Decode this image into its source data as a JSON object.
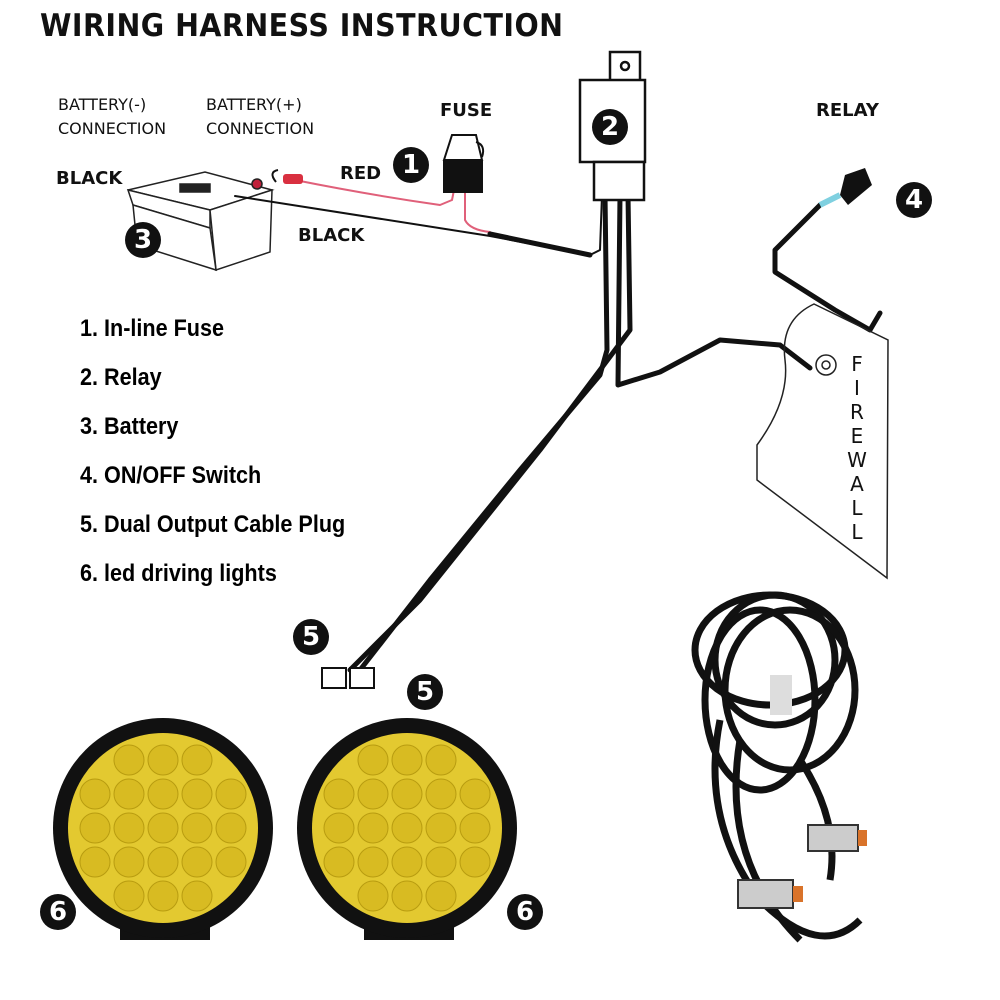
{
  "title": "WIRING HARNESS INSTRUCTION",
  "labels": {
    "battery_neg": [
      "BATTERY(-)",
      "CONNECTION"
    ],
    "battery_pos": [
      "BATTERY(+)",
      "CONNECTION"
    ],
    "fuse": "FUSE",
    "relay": "RELAY",
    "red": "RED",
    "black_top": "BLACK",
    "black_wire": "BLACK",
    "firewall": [
      "F",
      "I",
      "R",
      "E",
      "W",
      "A",
      "L",
      "L"
    ]
  },
  "badges": {
    "fuse": "1",
    "relay": "2",
    "battery": "3",
    "switch": "4",
    "plug_a": "5",
    "plug_b": "5",
    "light_a": "6",
    "light_b": "6"
  },
  "legend": [
    "1. In-line Fuse",
    "2. Relay",
    "3. Battery",
    "4. ON/OFF Switch",
    "5. Dual Output Cable Plug",
    "6. led driving lights"
  ],
  "colors": {
    "wire_red": "#e0607a",
    "lens": "#e3c930",
    "switch_accent": "#7fd0e0",
    "plug_orange": "#d9732a"
  }
}
